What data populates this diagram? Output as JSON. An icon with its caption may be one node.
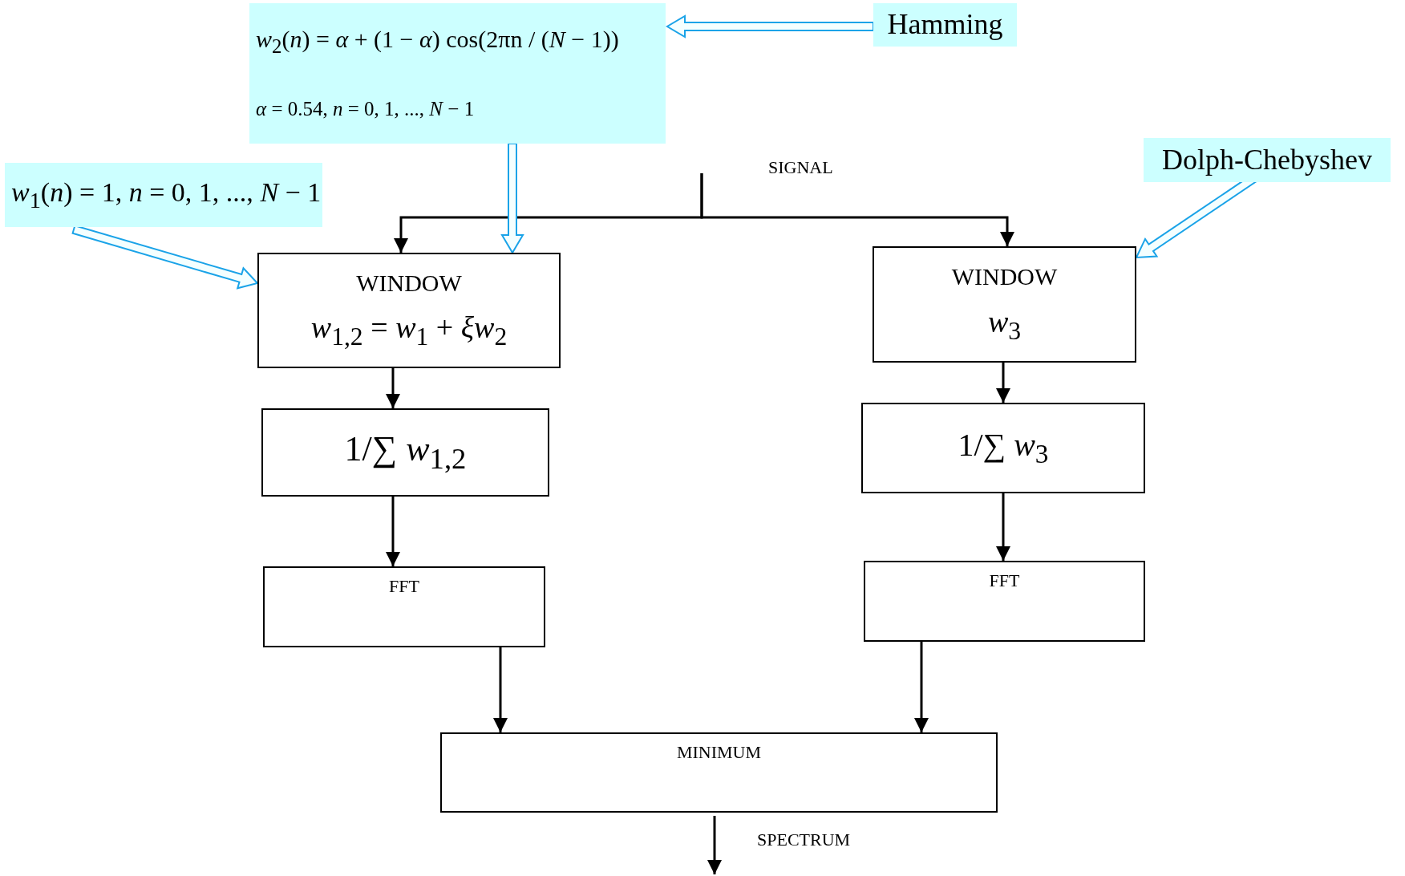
{
  "diagram": {
    "nodes": [
      {
        "text": [
          "*w*$_{2}$(*n*) = *α* + (1 − *α*) cos(2πn / (*N* − 1))",
          "*α* = 0.54,  *n* = 0, 1, ..., *N* − 1"
        ]
      },
      {
        "text": [
          "Hamming"
        ]
      },
      {
        "text": [
          "*w*$_{1}$(*n*) = 1,  *n* = 0, 1, ..., *N* − 1"
        ]
      },
      {
        "text": [
          "Dolph-Chebyshev"
        ]
      },
      {
        "text": [
          "WINDOW",
          "*w*$_{1,2}$ = *w*$_{1}$ + *ξw*$_{2}$"
        ]
      },
      {
        "text": [
          "WINDOW",
          "*w*$_{3}$"
        ]
      },
      {
        "text": [
          "1/∑ *w*$_{1,2}$"
        ]
      },
      {
        "text": [
          "1/∑ *w*$_{3}$"
        ]
      },
      {
        "text": [
          "FFT"
        ]
      },
      {
        "text": [
          "FFT"
        ]
      },
      {
        "text": [
          "MINIMUM"
        ]
      }
    ],
    "edges": [
      {
        "from": null,
        "to": 4,
        "arrow": "to"
      },
      {
        "from": null,
        "to": 5,
        "arrow": "to"
      },
      {
        "from": 4,
        "to": 6,
        "arrow": "to"
      },
      {
        "from": 6,
        "to": 8,
        "arrow": "to"
      },
      {
        "from": 5,
        "to": 7,
        "arrow": "to"
      },
      {
        "from": 7,
        "to": 9,
        "arrow": "to"
      },
      {
        "from": 8,
        "to": 10,
        "arrow": "to"
      },
      {
        "from": 9,
        "to": 10,
        "arrow": "to"
      },
      {
        "from": 10,
        "to": null,
        "arrow": "to"
      },
      {
        "from": 1,
        "to": 0,
        "arrow": "to",
        "style": "thick",
        "color": "#1aa3e8"
      },
      {
        "from": 0,
        "to": 4,
        "arrow": "to",
        "style": "thick",
        "color": "#1aa3e8"
      },
      {
        "from": 2,
        "to": 4,
        "arrow": "to",
        "style": "thick",
        "color": "#1aa3e8"
      },
      {
        "from": 3,
        "to": 5,
        "arrow": "to",
        "style": "thick",
        "color": "#1aa3e8"
      }
    ],
    "labels": [
      "SIGNAL",
      "SPECTRUM"
    ]
  }
}
